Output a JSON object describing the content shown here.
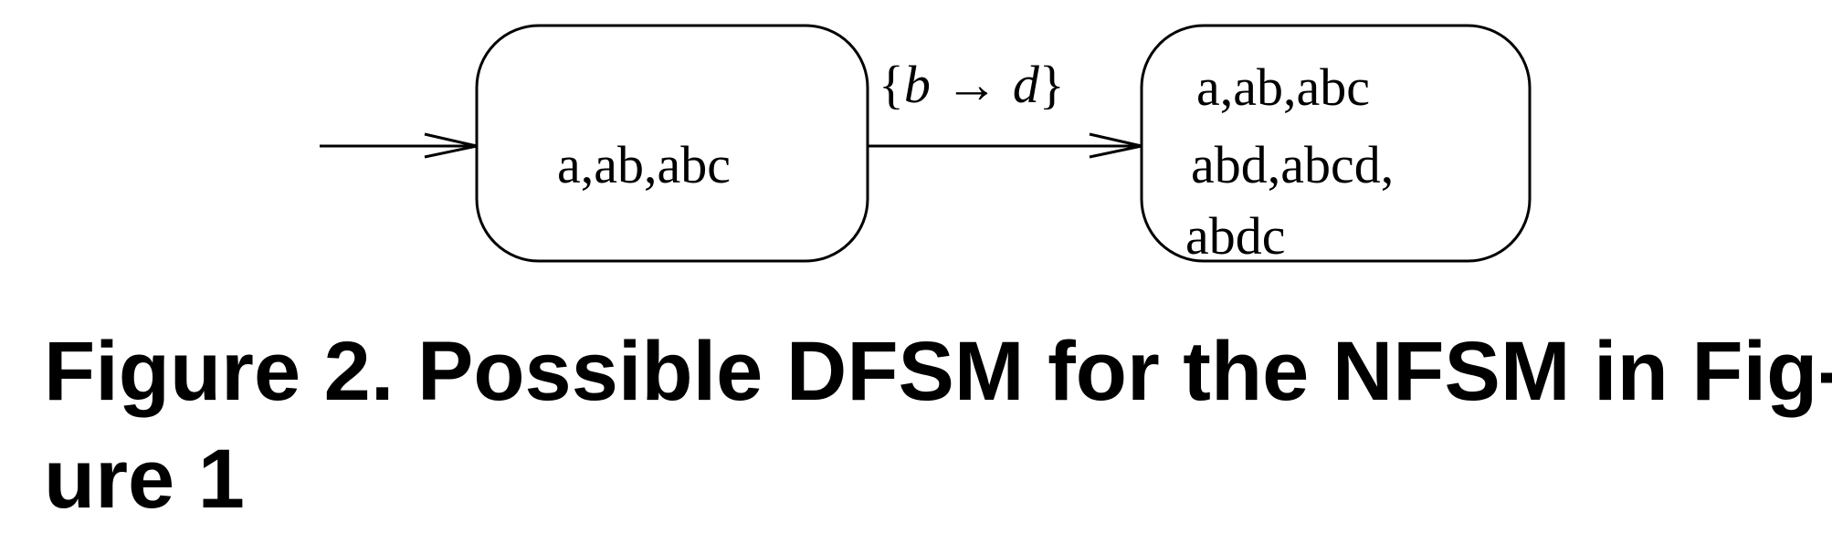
{
  "diagram": {
    "state1": {
      "labels": [
        "a,ab,abc"
      ]
    },
    "state2": {
      "labels": [
        "a,ab,abc",
        "abd,abcd,",
        "abdc"
      ]
    },
    "transition": {
      "open_brace": "{",
      "from": "b",
      "arrow": "→",
      "to": "d",
      "close_brace": "}"
    }
  },
  "caption": {
    "line1": "Figure 2. Possible DFSM for the NFSM in Fig-",
    "line2": "ure 1"
  }
}
